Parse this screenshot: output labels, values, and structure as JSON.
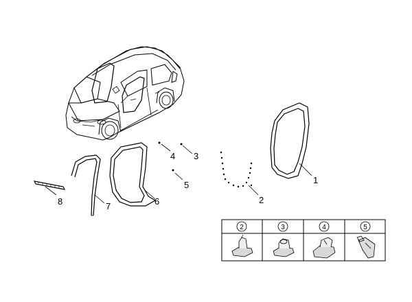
{
  "callouts": {
    "c1": "1",
    "c2": "2",
    "c3": "3",
    "c4": "4",
    "c5": "5",
    "c6": "6",
    "c7": "7",
    "c8": "8"
  },
  "legend": {
    "headers": [
      "2",
      "3",
      "4",
      "5"
    ]
  }
}
